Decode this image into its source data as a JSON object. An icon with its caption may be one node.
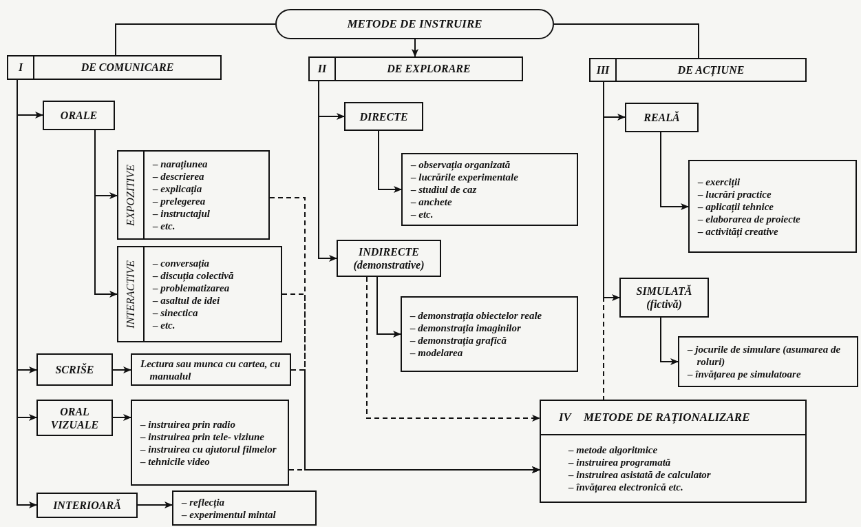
{
  "diagram": {
    "nodes": [
      {
        "text": [
          "METODE DE INSTRUIRE"
        ]
      },
      {
        "text": [
          "I",
          "DE COMUNICARE"
        ]
      },
      {
        "text": [
          "II",
          "DE EXPLORARE"
        ]
      },
      {
        "text": [
          "III",
          "DE ACȚIUNE"
        ]
      },
      {
        "text": [
          "ORALE"
        ]
      },
      {
        "text": [
          "EXPOZITIVE",
          "– narațiunea",
          "– descrierea",
          "– explicația",
          "– prelegerea",
          "– instructajul",
          "– etc."
        ]
      },
      {
        "text": [
          "INTERACTIVE",
          "– conversația",
          "– discuția colectivă",
          "– problematizarea",
          "– asaltul de idei",
          "– sinectica",
          "– etc."
        ]
      },
      {
        "text": [
          "SCRIŠE"
        ]
      },
      {
        "text": [
          "Lectura sau munca cu cartea, cu manualul"
        ]
      },
      {
        "text": [
          "ORAL VIZUALE"
        ]
      },
      {
        "text": [
          "– instruirea prin radio",
          "– instruirea prin tele- viziune",
          "– instruirea cu ajutorul filmelor",
          "– tehnicile video"
        ]
      },
      {
        "text": [
          "INTERIOARĂ"
        ]
      },
      {
        "text": [
          "– reflecția",
          "– experimentul mintal"
        ]
      },
      {
        "text": [
          "DIRECTE"
        ]
      },
      {
        "text": [
          "– observația organizată",
          "– lucrările experimentale",
          "– studiul de caz",
          "– anchete",
          "– etc."
        ]
      },
      {
        "text": [
          "INDIRECTE",
          "(demonstrative)"
        ]
      },
      {
        "text": [
          "– demonstrația obiectelor reale",
          "– demonstrația imaginilor",
          "– demonstrația grafică",
          "– modelarea"
        ]
      },
      {
        "text": [
          "REALĂ"
        ]
      },
      {
        "text": [
          "– exerciții",
          "– lucrări practice",
          "– aplicații tehnice",
          "– elaborarea de proiecte",
          "– activități creative"
        ]
      },
      {
        "text": [
          "SIMULATĂ",
          "(fictivă)"
        ]
      },
      {
        "text": [
          "– jocurile de simulare (asumarea de roluri)",
          "– învățarea pe simulatoare"
        ]
      },
      {
        "text": [
          "IV",
          "METODE DE RAȚIONALIZARE",
          "– metode algoritmice",
          "– instruirea programată",
          "– instruirea asistată de calculator",
          "– învățarea electronică etc."
        ]
      }
    ],
    "edges": [
      {
        "from": 0,
        "to": 1,
        "arrow": "none"
      },
      {
        "from": 0,
        "to": 2,
        "arrow": "to"
      },
      {
        "from": 0,
        "to": 3,
        "arrow": "none"
      },
      {
        "from": 1,
        "to": 4,
        "arrow": "to"
      },
      {
        "from": 1,
        "to": 7,
        "arrow": "to"
      },
      {
        "from": 1,
        "to": 9,
        "arrow": "to"
      },
      {
        "from": 1,
        "to": 11,
        "arrow": "to"
      },
      {
        "from": 4,
        "to": 5,
        "arrow": "to"
      },
      {
        "from": 4,
        "to": 6,
        "arrow": "to"
      },
      {
        "from": 7,
        "to": 8,
        "arrow": "to"
      },
      {
        "from": 9,
        "to": 10,
        "arrow": "to"
      },
      {
        "from": 11,
        "to": 12,
        "arrow": "to"
      },
      {
        "from": 5,
        "to": 21,
        "arrow": "to",
        "style": "dashed"
      },
      {
        "from": 6,
        "to": 21,
        "arrow": "to",
        "style": "dashed"
      },
      {
        "from": 8,
        "to": 21,
        "arrow": "to",
        "style": "dashed"
      },
      {
        "from": 10,
        "to": 21,
        "arrow": "to",
        "style": "dashed"
      },
      {
        "from": 2,
        "to": 13,
        "arrow": "to"
      },
      {
        "from": 2,
        "to": 15,
        "arrow": "to"
      },
      {
        "from": 13,
        "to": 14,
        "arrow": "to"
      },
      {
        "from": 15,
        "to": 16,
        "arrow": "to"
      },
      {
        "from": 15,
        "to": 21,
        "arrow": "to",
        "style": "dashed"
      },
      {
        "from": 3,
        "to": 17,
        "arrow": "to"
      },
      {
        "from": 3,
        "to": 19,
        "arrow": "to"
      },
      {
        "from": 3,
        "to": 21,
        "arrow": "none",
        "style": "dashed"
      },
      {
        "from": 17,
        "to": 18,
        "arrow": "to"
      },
      {
        "from": 19,
        "to": 20,
        "arrow": "to"
      }
    ]
  }
}
